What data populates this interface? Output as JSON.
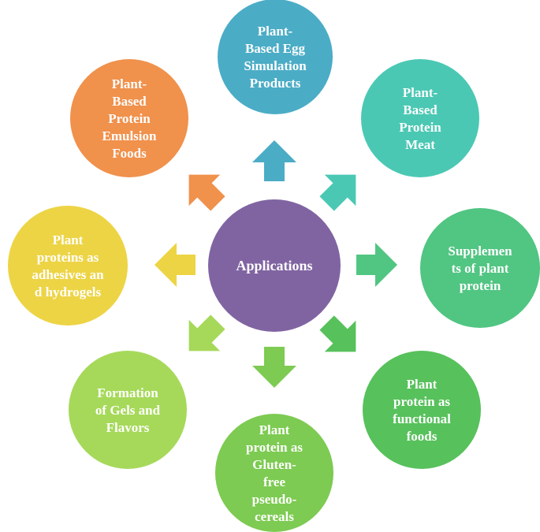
{
  "center": {
    "label": "Applications",
    "color": "#8064A2"
  },
  "nodes": [
    {
      "id": "egg",
      "lines": [
        "Plant-",
        "Based Egg",
        "Simulation",
        "Products"
      ],
      "color": "#4BACC6",
      "arrow_color": "#4BACC6"
    },
    {
      "id": "meat",
      "lines": [
        "Plant-",
        "Based",
        "Protein",
        "Meat"
      ],
      "color": "#4BC8B4",
      "arrow_color": "#4BC8B4"
    },
    {
      "id": "supplements",
      "lines": [
        "Supplemen",
        "ts of plant",
        "protein"
      ],
      "color": "#51C582",
      "arrow_color": "#51C582"
    },
    {
      "id": "functional",
      "lines": [
        "Plant",
        "protein as",
        "functional",
        "foods"
      ],
      "color": "#57C15C",
      "arrow_color": "#57C15C"
    },
    {
      "id": "gluten",
      "lines": [
        "Plant",
        "protein as",
        "Gluten-",
        "free",
        "pseudo-",
        "cereals"
      ],
      "color": "#7DCB52",
      "arrow_color": "#7DCB52"
    },
    {
      "id": "gels",
      "lines": [
        "Formation",
        "of Gels and",
        "Flavors"
      ],
      "color": "#A6D95A",
      "arrow_color": "#A6D95A"
    },
    {
      "id": "adhesives",
      "lines": [
        "Plant",
        "proteins as",
        "adhesives an",
        "d hydrogels"
      ],
      "color": "#EDD445",
      "arrow_color": "#EDD445"
    },
    {
      "id": "emulsion",
      "lines": [
        "Plant-",
        "Based",
        "Protein",
        "Emulsion",
        "Foods"
      ],
      "color": "#F0914C",
      "arrow_color": "#F0914C"
    }
  ]
}
